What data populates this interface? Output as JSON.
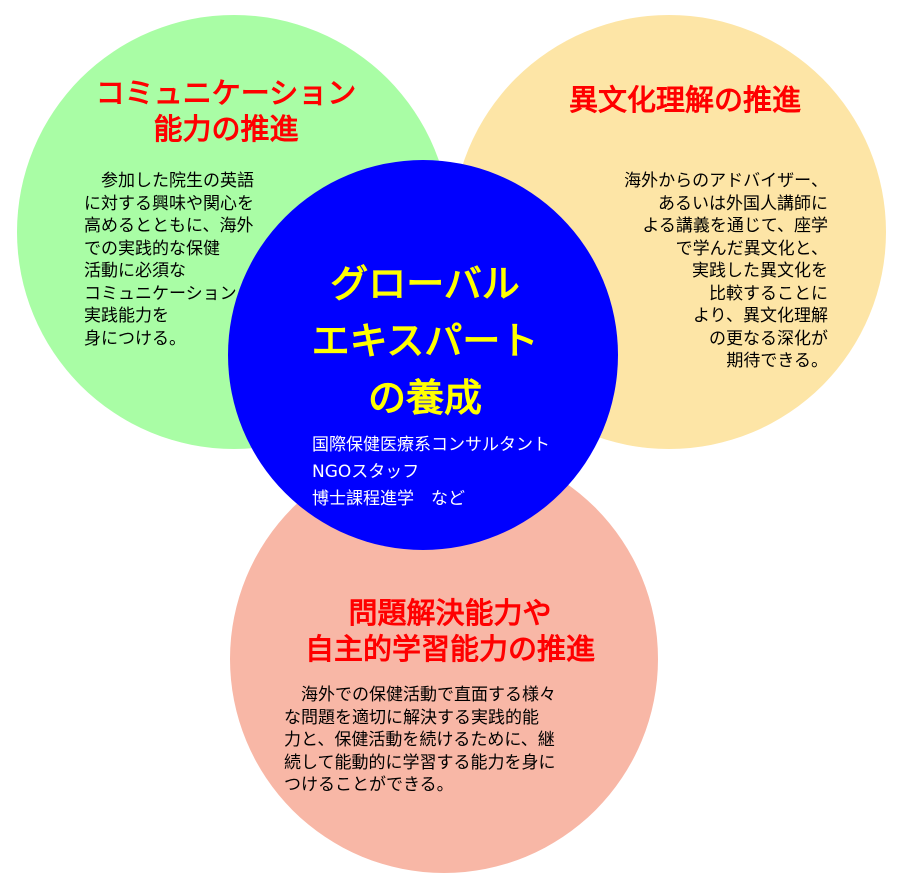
{
  "circles": {
    "green": {
      "title": "コミュニケーション\n能力の推進",
      "body": "　参加した院生の英語\nに対する興味や関心を\n高めるとともに、海外\nでの実践的な保健\n活動に必須な\nコミュニケーション\n実践能力を\n身につける。",
      "color": "#a9fda5"
    },
    "yellow": {
      "title": "異文化理解の推進",
      "body": "海外からのアドバイザー、\nあるいは外国人講師に\nよる講義を通じて、座学\nで学んだ異文化と、\n実践した異文化を\n比較することに\nより、異文化理解\nの更なる深化が\n期待できる。",
      "color": "#fde5a6"
    },
    "pink": {
      "title": "問題解決能力や\n自主的学習能力の推進",
      "body": "　海外での保健活動で直面する様々\nな問題を適切に解決する実践的能\n力と、保健活動を続けるために、継\n続して能動的に学習する能力を身に\nつけることができる。",
      "color": "#f8b7a6"
    },
    "center": {
      "title": "グローバル\nエキスパート\nの養成",
      "items": [
        "国際保健医療系コンサルタント",
        "NGOスタッフ",
        "博士課程進学　など"
      ],
      "color": "#0000ff"
    }
  },
  "colors": {
    "title_text": "#ff0000",
    "center_title_text": "#ffff00",
    "center_list_text": "#ffffff"
  }
}
